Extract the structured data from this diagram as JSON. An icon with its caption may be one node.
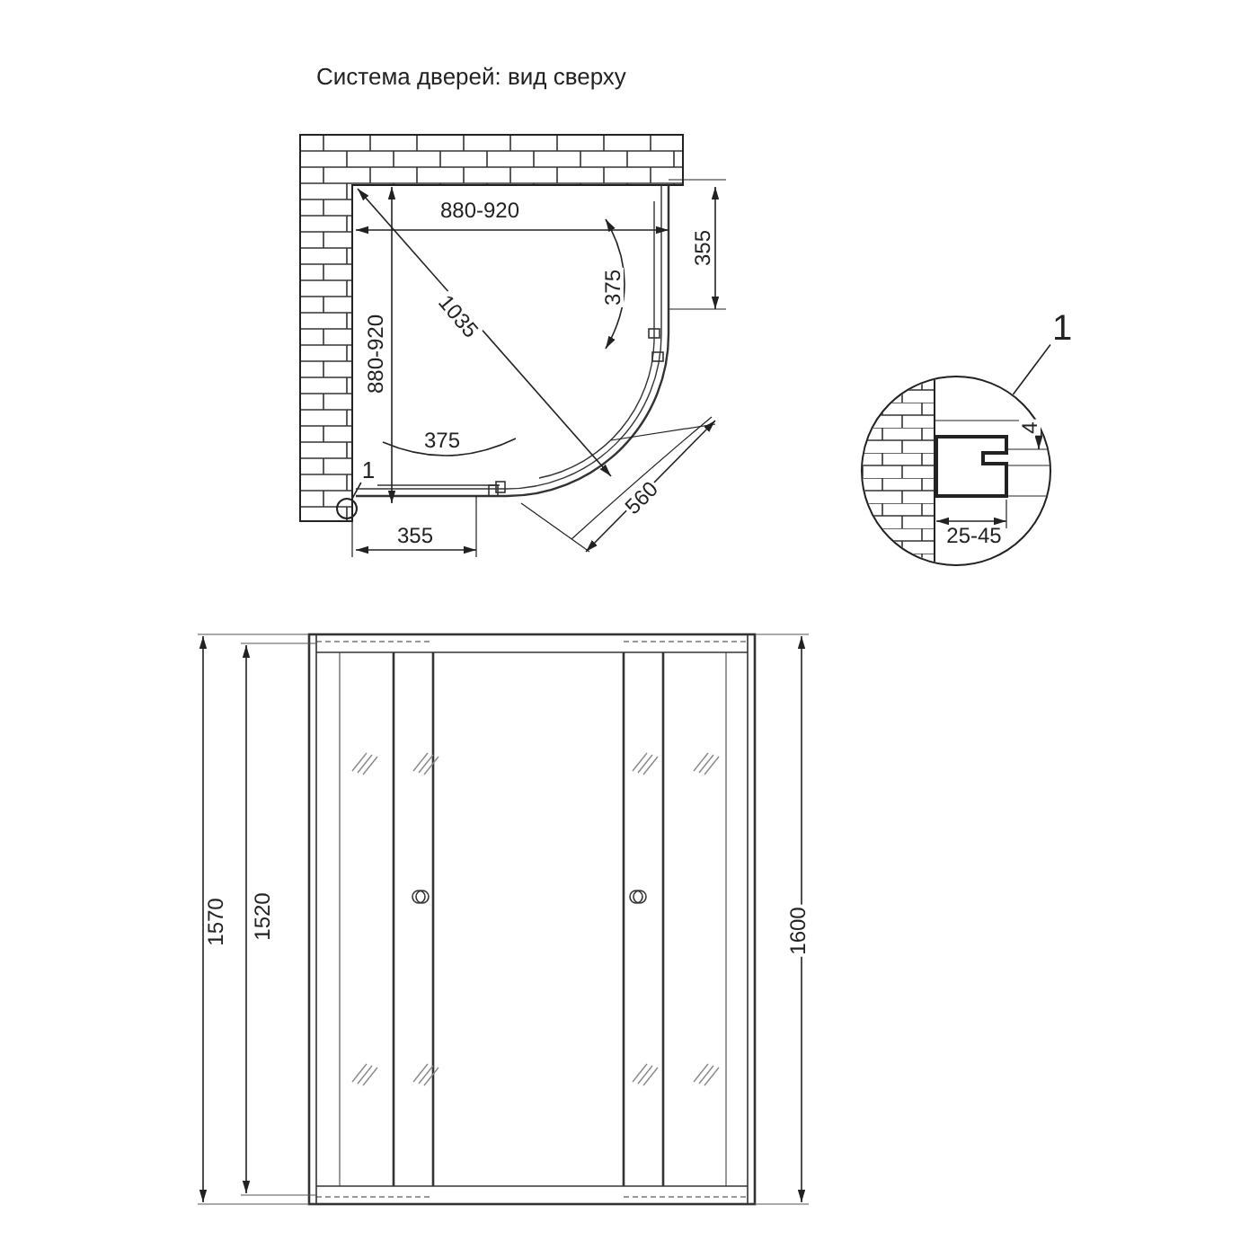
{
  "diagram": {
    "title": "Система дверей: вид сверху",
    "nodes": [
      {
        "text": [
          "1"
        ]
      },
      {
        "text": [],
        "shape": "circle"
      },
      {
        "text": [
          "1"
        ]
      },
      {
        "text": [],
        "shape": "circle"
      }
    ],
    "edges": [
      {
        "from": 0,
        "to": 1,
        "arrow": "none"
      },
      {
        "from": 2,
        "to": 3,
        "arrow": "none"
      }
    ],
    "labels": [
      "880-920",
      "355",
      "375",
      "1035",
      "880-920",
      "375",
      "560",
      "355",
      "4",
      "25-45",
      "1570",
      "1520",
      "1600"
    ]
  }
}
